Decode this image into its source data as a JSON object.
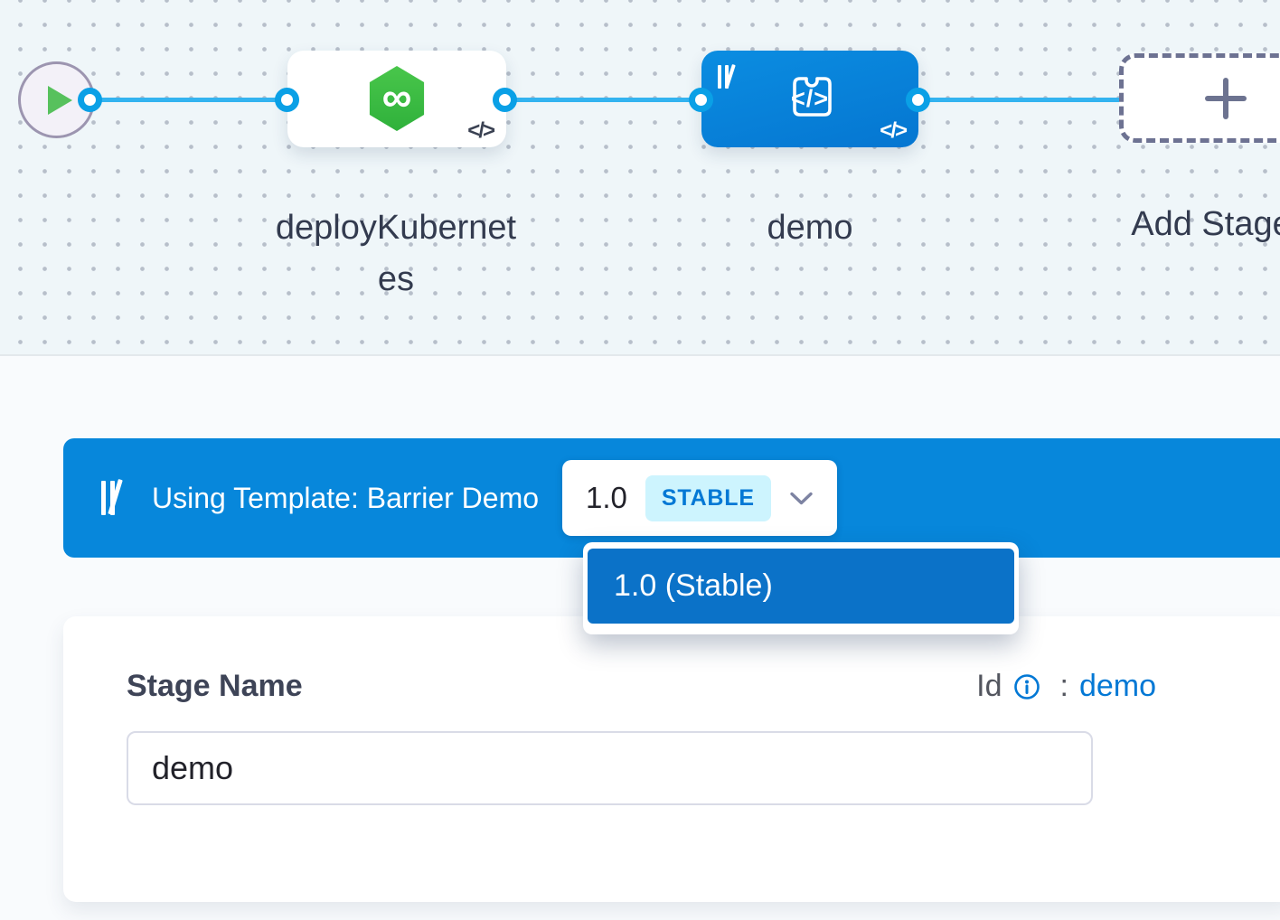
{
  "canvas": {
    "stages": [
      {
        "label": "deployKubernetes",
        "icon": "kubernetes-deploy-hexagon-icon",
        "glyph": "∞",
        "code_glyph": "</>"
      },
      {
        "label": "demo",
        "icon": "template-stage-code-icon",
        "center_glyph": "</>",
        "code_glyph": "</>"
      }
    ],
    "add_stage": {
      "label": "Add Stage"
    }
  },
  "template_banner": {
    "icon": "template-library-icon",
    "text": "Using Template: Barrier Demo",
    "version_selector": {
      "version": "1.0",
      "badge": "STABLE"
    }
  },
  "version_dropdown": {
    "items": [
      {
        "label": "1.0 (Stable)"
      }
    ]
  },
  "stage_form": {
    "name_label": "Stage Name",
    "id_label": "Id",
    "colon": ":",
    "id_value": "demo",
    "name_input_value": "demo"
  },
  "colors": {
    "banner_blue": "#0787db",
    "stage_node_blue": "#0885dc",
    "dropdown_item_blue": "#0b72c8",
    "link_blue": "#0278d5",
    "stable_badge_bg": "#cdf4fe",
    "edge_blue": "#33b3f0",
    "port_ring_blue": "#0aa0e6",
    "hexagon_green": "#3ec13e",
    "play_green": "#57c15d",
    "canvas_bg": "#eff6f9",
    "label_text": "#333b4f"
  }
}
